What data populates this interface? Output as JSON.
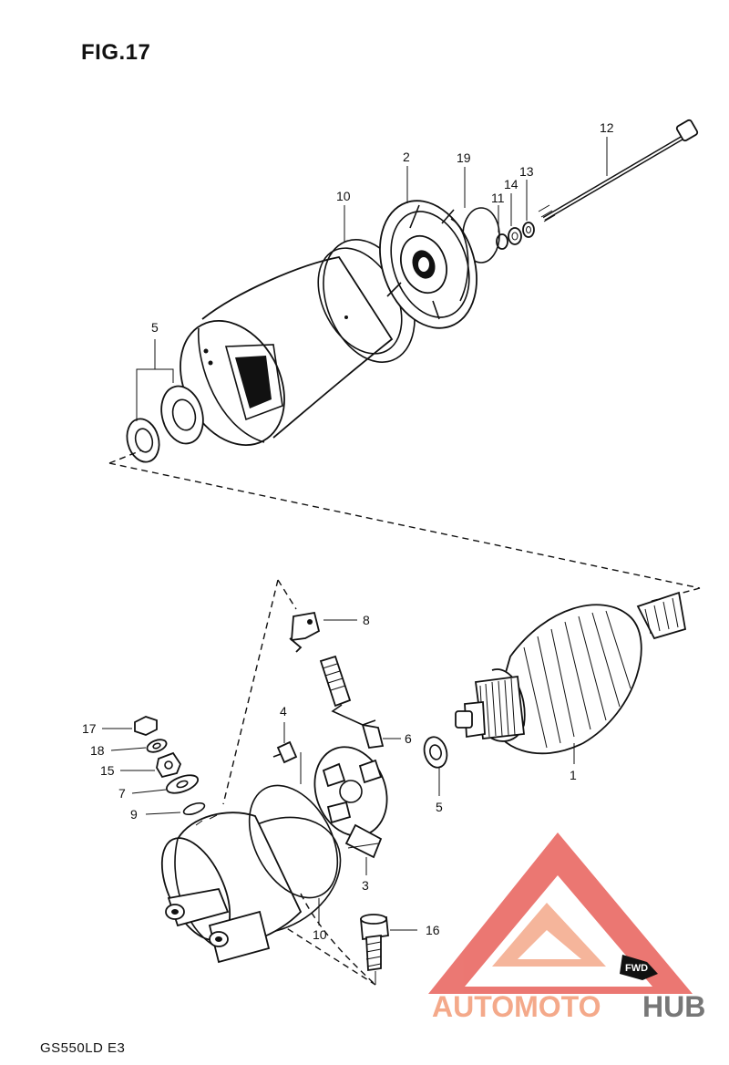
{
  "figure": {
    "title": "FIG.17"
  },
  "footer": {
    "model_code": "GS550LD E3"
  },
  "callouts": {
    "c12": "12",
    "c2": "2",
    "c19": "19",
    "c13": "13",
    "c14": "14",
    "c11": "11",
    "c10_top": "10",
    "c5_top": "5",
    "c8": "8",
    "c4": "4",
    "c6": "6",
    "c17": "17",
    "c18": "18",
    "c15": "15",
    "c7": "7",
    "c9": "9",
    "c1": "1",
    "c5_mid": "5",
    "c3": "3",
    "c10_bot": "10",
    "c16": "16"
  },
  "fwd_badge": "FWD",
  "watermark": {
    "part1": "AUTOMOTO",
    "part2": "HUB",
    "color_primary": "#e8605a",
    "color_secondary": "#f4a98a",
    "color_hub": "#777777"
  }
}
